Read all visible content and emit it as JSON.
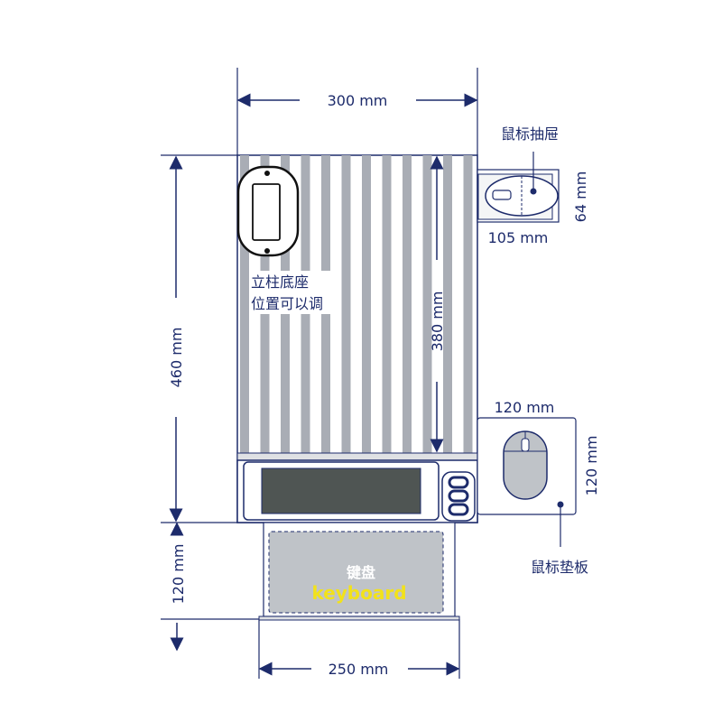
{
  "dimensions": {
    "top_width": "300 mm",
    "left_height": "460 mm",
    "inner_height": "380 mm",
    "drawer_width": "105 mm",
    "drawer_height": "64 mm",
    "pad_width": "120 mm",
    "pad_height": "120 mm",
    "keyboard_height": "120 mm",
    "keyboard_width": "250 mm"
  },
  "labels": {
    "mouse_drawer": "鼠标抽屉",
    "post_base_line1": "立柱底座",
    "post_base_line2": "位置可以调",
    "mouse_pad": "鼠标垫板",
    "keyboard_cn": "键盘",
    "keyboard_en": "keyboard"
  },
  "colors": {
    "accent": "#1d2b6b",
    "stripe": "#a9adb5",
    "screen": "#4f5553",
    "keyboard_area": "#bfc3c8",
    "keyboard_text": "#f2e21a"
  },
  "icons": [
    "mouse-icon",
    "mouse-icon",
    "post-plate-icon",
    "knob-icon"
  ]
}
